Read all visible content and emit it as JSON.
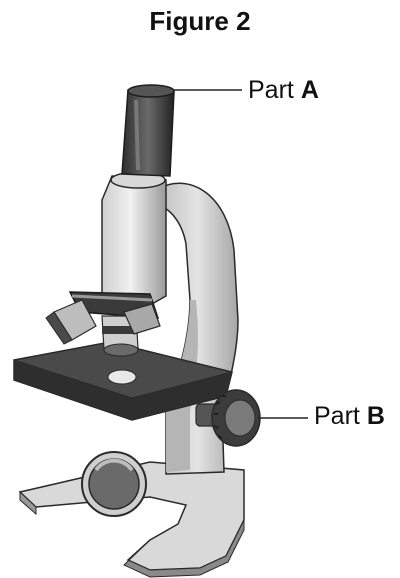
{
  "figure": {
    "title": "Figure 2"
  },
  "labels": {
    "part_a": {
      "prefix": "Part",
      "letter": "A"
    },
    "part_b": {
      "prefix": "Part",
      "letter": "B"
    }
  },
  "colors": {
    "dark": "#3a3a3a",
    "mid": "#8c8c8c",
    "light": "#d2d2d2",
    "lighter": "#e6e6e6",
    "outline": "#2a2a2a"
  }
}
